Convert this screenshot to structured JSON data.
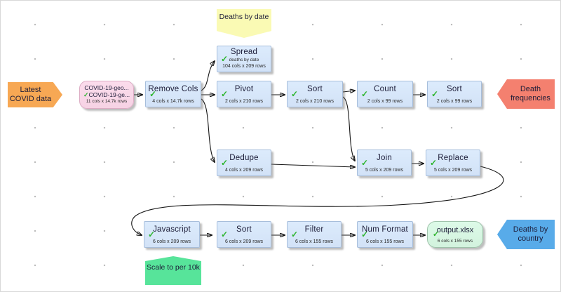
{
  "app": {
    "view": "data-flow-canvas"
  },
  "glyphs": {
    "check": "✓"
  },
  "colors": {
    "node_fill": "#d6e6f9",
    "node_border": "#a7bedb",
    "source_fill": "#f9d7e8",
    "source_border": "#dcacc4",
    "output_fill": "#d8f7e3",
    "output_border": "#9fc3ab",
    "marker_orange": "#f7a854",
    "marker_red": "#f4806f",
    "marker_blue": "#58abe9",
    "note_yellow": "#fafab4",
    "note_green": "#57e49a",
    "check_green": "#2db52d",
    "edge": "#141414",
    "grid_dot": "#b9b9b9"
  },
  "sources": [
    {
      "id": "covid-file",
      "line1": "COVID-19-geo...",
      "line2": "COVID-19-ge...",
      "stats": "11 cols x 14.7k rows"
    }
  ],
  "nodes": [
    {
      "id": "remove-cols",
      "title": "Remove Cols",
      "stats": "4 cols x 14.7k rows"
    },
    {
      "id": "spread",
      "title": "Spread",
      "note": "deaths by date",
      "stats": "104 cols x 209 rows"
    },
    {
      "id": "pivot",
      "title": "Pivot",
      "stats": "2 cols x 210 rows"
    },
    {
      "id": "sort-1",
      "title": "Sort",
      "stats": "2 cols x 210 rows"
    },
    {
      "id": "count",
      "title": "Count",
      "stats": "2 cols x 99 rows"
    },
    {
      "id": "sort-2",
      "title": "Sort",
      "stats": "2 cols x 99 rows"
    },
    {
      "id": "dedupe",
      "title": "Dedupe",
      "stats": "4 cols x 209 rows"
    },
    {
      "id": "join",
      "title": "Join",
      "stats": "5 cols x 209 rows"
    },
    {
      "id": "replace",
      "title": "Replace",
      "stats": "5 cols x 209 rows"
    },
    {
      "id": "javascript",
      "title": "Javascript",
      "stats": "6 cols x 209 rows"
    },
    {
      "id": "sort-3",
      "title": "Sort",
      "stats": "6 cols x 209 rows"
    },
    {
      "id": "filter",
      "title": "Filter",
      "stats": "6 cols x 155 rows"
    },
    {
      "id": "num-format",
      "title": "Num Format",
      "stats": "6 cols x 155 rows"
    }
  ],
  "outputs": [
    {
      "id": "output-xlsx",
      "title": "output.xlsx",
      "stats": "6 cols x 155 rows"
    }
  ],
  "markers": [
    {
      "id": "latest-covid-data",
      "label": "Latest COVID data",
      "color": "#f7a854"
    },
    {
      "id": "death-frequencies",
      "label": "Death frequencies",
      "color": "#f4806f"
    },
    {
      "id": "deaths-by-country",
      "label": "Deaths by country",
      "color": "#58abe9"
    }
  ],
  "notes": [
    {
      "id": "deaths-by-date",
      "text": "Deaths by date",
      "color": "#fafab4"
    },
    {
      "id": "scale-to-per-10k",
      "text": "Scale to per 10k",
      "color": "#57e49a"
    }
  ]
}
